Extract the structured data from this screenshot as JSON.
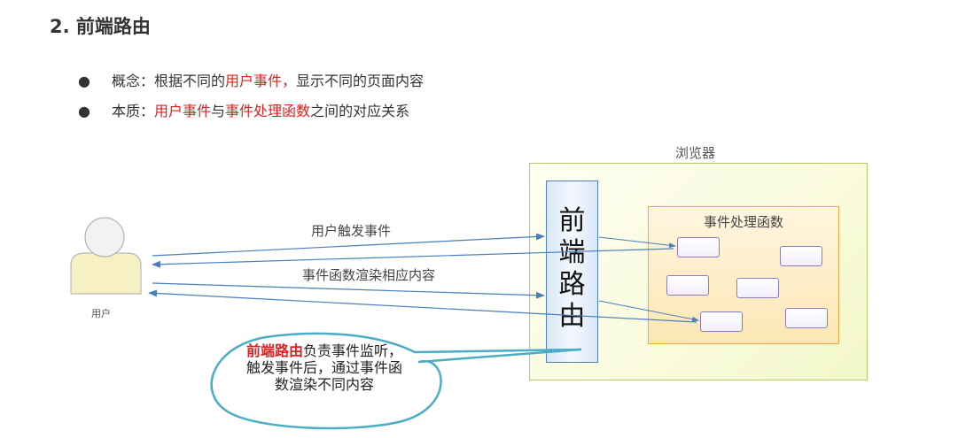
{
  "heading": "2. 前端路由",
  "bullets": [
    {
      "marker": "●",
      "parts": [
        {
          "text": "概念：根据不同的",
          "color": "#333333"
        },
        {
          "text": "用户事件，",
          "color": "#e02020"
        },
        {
          "text": "显示不同的页面内容",
          "color": "#333333"
        }
      ]
    },
    {
      "marker": "●",
      "parts": [
        {
          "text": "本质：",
          "color": "#333333"
        },
        {
          "text": "用户事件",
          "color": "#e02020"
        },
        {
          "text": "与",
          "color": "#333333"
        },
        {
          "text": "事件处理函数",
          "color": "#e02020"
        },
        {
          "text": "之间的对应关系",
          "color": "#333333"
        }
      ]
    }
  ],
  "diagram": {
    "browser_label": "浏览器",
    "router_label": "前\n端\n路\n由",
    "handlers_label": "事件处理函数",
    "handler_count": 6,
    "user_label": "用户",
    "arrow_trigger_label": "用户触发事件",
    "arrow_render_label": "事件函数渲染相应内容",
    "callout": {
      "highlight": "前端路由",
      "rest": "负责事件监听，触发事件后，通过事件函数渲染不同内容"
    }
  },
  "colors": {
    "accent_red": "#e02020",
    "arrow_blue": "#4a7ebb",
    "router_border": "#4f81bd",
    "browser_border": "#b5cc6a",
    "handlers_border": "#f0a73c",
    "handler_border": "#8e7cc3",
    "callout_border": "#4bacc6"
  }
}
